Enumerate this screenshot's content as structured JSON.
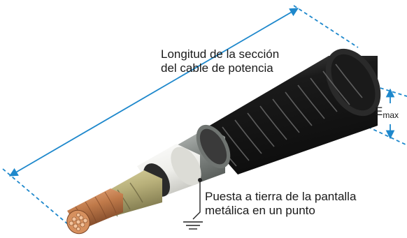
{
  "labels": {
    "length_line1": "Longitud de la sección",
    "length_line2": "del cable de potencia",
    "ground_line1": "Puesta a tierra de la pantalla",
    "ground_line2": "metálica en un punto",
    "emax_main": "E",
    "emax_sub": "max"
  },
  "colors": {
    "dimension_line": "#1e88cc",
    "outer_sheath": "#1c1c1c",
    "outer_sheath_stripe": "#6a6a6a",
    "metallic_screen": "#8a8f8c",
    "insulation": "#f2f2ee",
    "semiconductor": "#2a2a2a",
    "inner_layer": "#b8b07a",
    "conductor": "#c07a4a",
    "ground_wire": "#222222"
  },
  "icons": [
    "ground-symbol-icon",
    "arrow-icon"
  ]
}
